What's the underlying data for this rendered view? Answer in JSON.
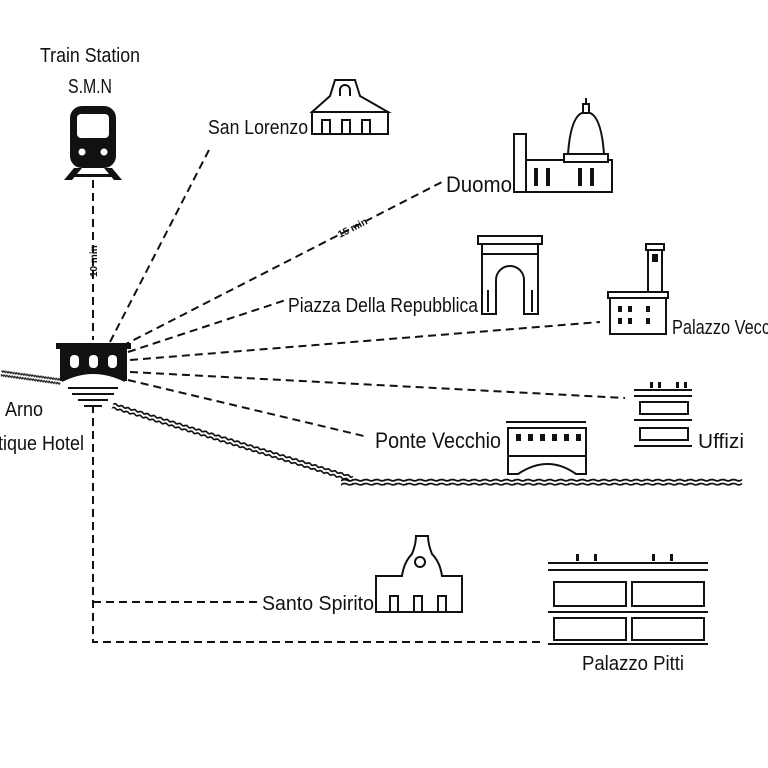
{
  "train_station": {
    "title": "Train Station",
    "subtitle": "S.M.N"
  },
  "hotel": {
    "line1": "Arno",
    "line2": "tique Hotel"
  },
  "landmarks": {
    "san_lorenzo": "San Lorenzo",
    "duomo": "Duomo",
    "piazza": "Piazza Della Repubblica",
    "palazzo_vecchio": "Palazzo Vecc",
    "uffizi": "Uffizi",
    "ponte_vecchio": "Ponte Vecchio",
    "santo_spirito": "Santo Spirito",
    "palazzo_pitti": "Palazzo Pitti"
  },
  "route_times": {
    "station": "10 min",
    "duomo": "15 min"
  },
  "river": {
    "pattern": "≈≈≈≈≈≈≈≈≈≈≈≈≈≈≈≈≈≈≈≈≈≈≈≈≈≈≈≈≈≈≈≈≈≈≈≈≈"
  },
  "colors": {
    "ink": "#111111",
    "background": "#ffffff"
  }
}
